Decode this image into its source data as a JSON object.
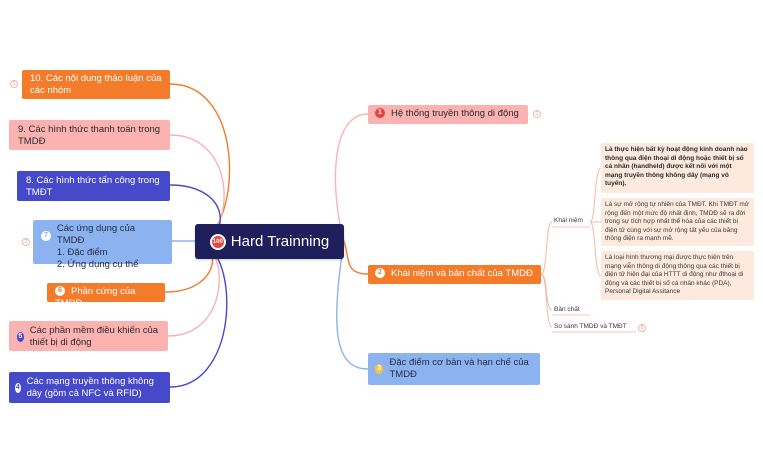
{
  "central": {
    "title": "Hard Trainning",
    "logo_text": "100"
  },
  "left_nodes": [
    {
      "text": "10. Các nội dung thảo luận của các nhóm"
    },
    {
      "text": "9. Các hình thức thanh toán trong TMDĐ"
    },
    {
      "text": "8. Các hình thức tấn công trong TMĐT"
    },
    {
      "badge": "7",
      "lines": [
        "Các ứng dụng của TMDĐ",
        "1. Đặc điểm",
        "2. Ứng dụng cụ thể"
      ]
    },
    {
      "badge": "6",
      "text": "Phần cứng của TMDĐ"
    },
    {
      "badge": "5",
      "text": "Các phần mềm điều khiển của thiết bị di động"
    },
    {
      "badge": "4",
      "text": "Các mạng truyền thông không dây (gồm cả NFC và RFID)"
    }
  ],
  "right_nodes": [
    {
      "badge": "1",
      "text": "Hệ thống truyền thông di động"
    },
    {
      "badge": "2",
      "text": "Khái niệm và bản chất của TMDĐ"
    },
    {
      "badge": "3",
      "text": "Đặc điểm cơ bản và hạn chế của TMDĐ"
    }
  ],
  "sub_nodes": {
    "khai_niem": "Khái niệm",
    "ban_chat": "Bản chất",
    "so_sanh": "So sánh TMDĐ và TMĐT"
  },
  "definitions": [
    "Là thực hiện bất kỳ hoạt động kinh doanh nào thông qua điện thoại di động hoặc thiết bị số cá nhân (handheld) được kết nối với một mạng truyền thông không dây (mạng vô tuyến).",
    "Là sự mở rộng tự nhiên của TMĐT. Khi TMĐT mở rộng đến một mức độ nhất định, TMDĐ sẽ ra đời trong sự tích hợp nhất thể hóa của các thiết bị điện tử cùng với sự mở rộng tất yếu của băng thông điện ra mạnh mẽ.",
    "Là loại hình thương mại được thực hiện trên mạng viễn thông di động thông qua các thiết bị điện tử hiện đại của HTTT di động như đthoại di động và các thiết bị số cá nhân khác (PDA), Personal Digital Assitance"
  ],
  "collapse_counts": {
    "n10": "2",
    "n7": "2",
    "n1": "1",
    "so_sanh": "5"
  },
  "colors": {
    "orange": "#f47b2a",
    "pink": "#fbb2b0",
    "navy": "#4649c9",
    "blue": "#8cb3ef",
    "central": "#1f1f5c",
    "cream": "#fde9dd"
  }
}
